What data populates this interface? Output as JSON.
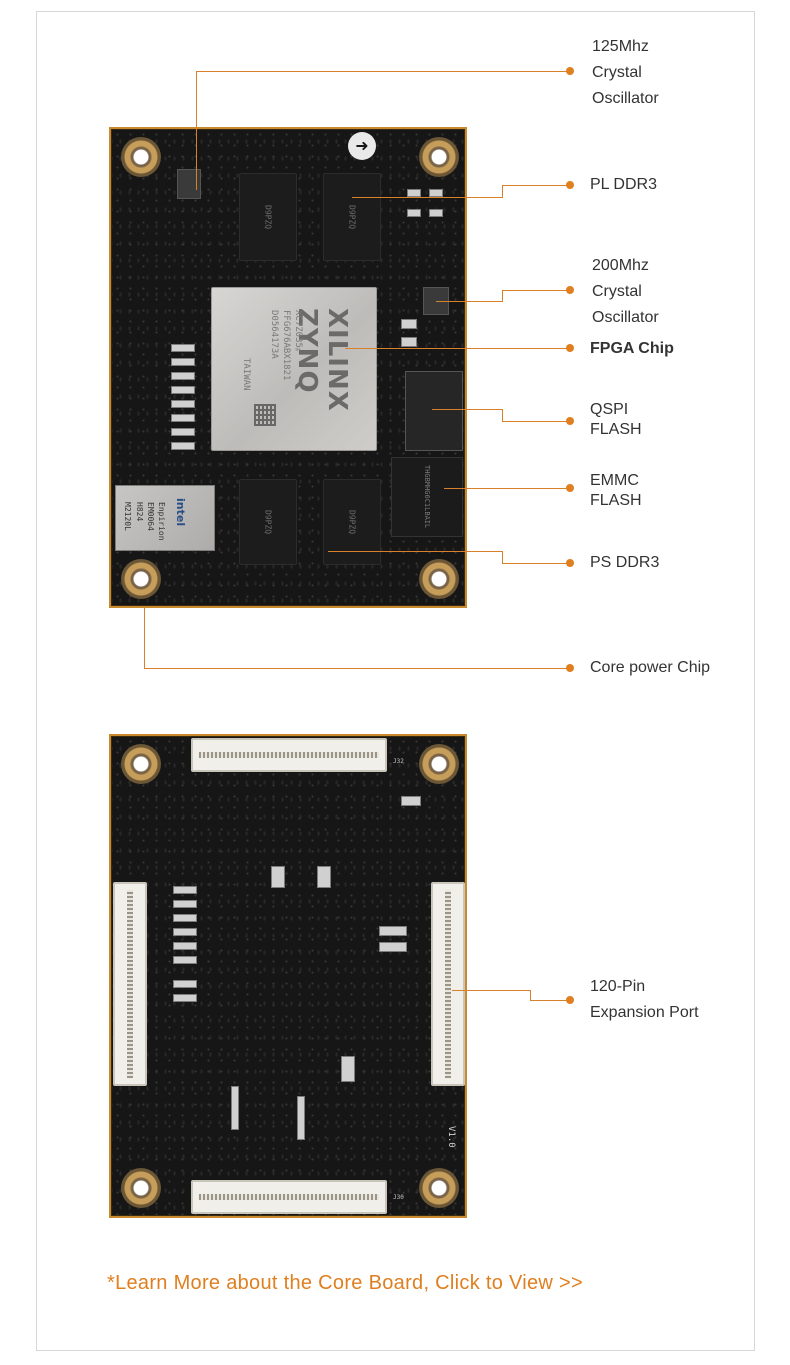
{
  "callouts": {
    "crystal_125": "125Mhz\nCrystal\nOscillator",
    "pl_ddr3": "PL DDR3",
    "crystal_200": "200Mhz\nCrystal\nOscillator",
    "fpga_chip": "FPGA Chip",
    "qspi_flash": "QSPI\nFLASH",
    "emmc_flash": "EMMC\nFLASH",
    "ps_ddr3": "PS DDR3",
    "core_power_chip": "Core power  Chip",
    "expansion_port": "120-Pin\nExpansion Port"
  },
  "board_markings": {
    "fpga_brand": "XILINX ZYNQ",
    "fpga_lines": "XC7Z035™\nFFG676ABX1821\nD0564173A",
    "fpga_origin": "TAIWAN",
    "intel_brand": "intel",
    "intel_lines": "Enpirion\nEM0064\nH824",
    "intel_part": "M2120L",
    "dram_label": "D9PZQ",
    "emmc_label": "THGBMHG6C1LBAIL",
    "version": "V1.0",
    "conn_j32": "J32",
    "conn_j30": "J30"
  },
  "colors": {
    "accent": "#e07f1f",
    "leader": "#d9812a",
    "pcb": "#161616",
    "pcb_border": "#c98a2e"
  },
  "link": {
    "text": "*Learn More about the Core Board, Click to View >>"
  }
}
